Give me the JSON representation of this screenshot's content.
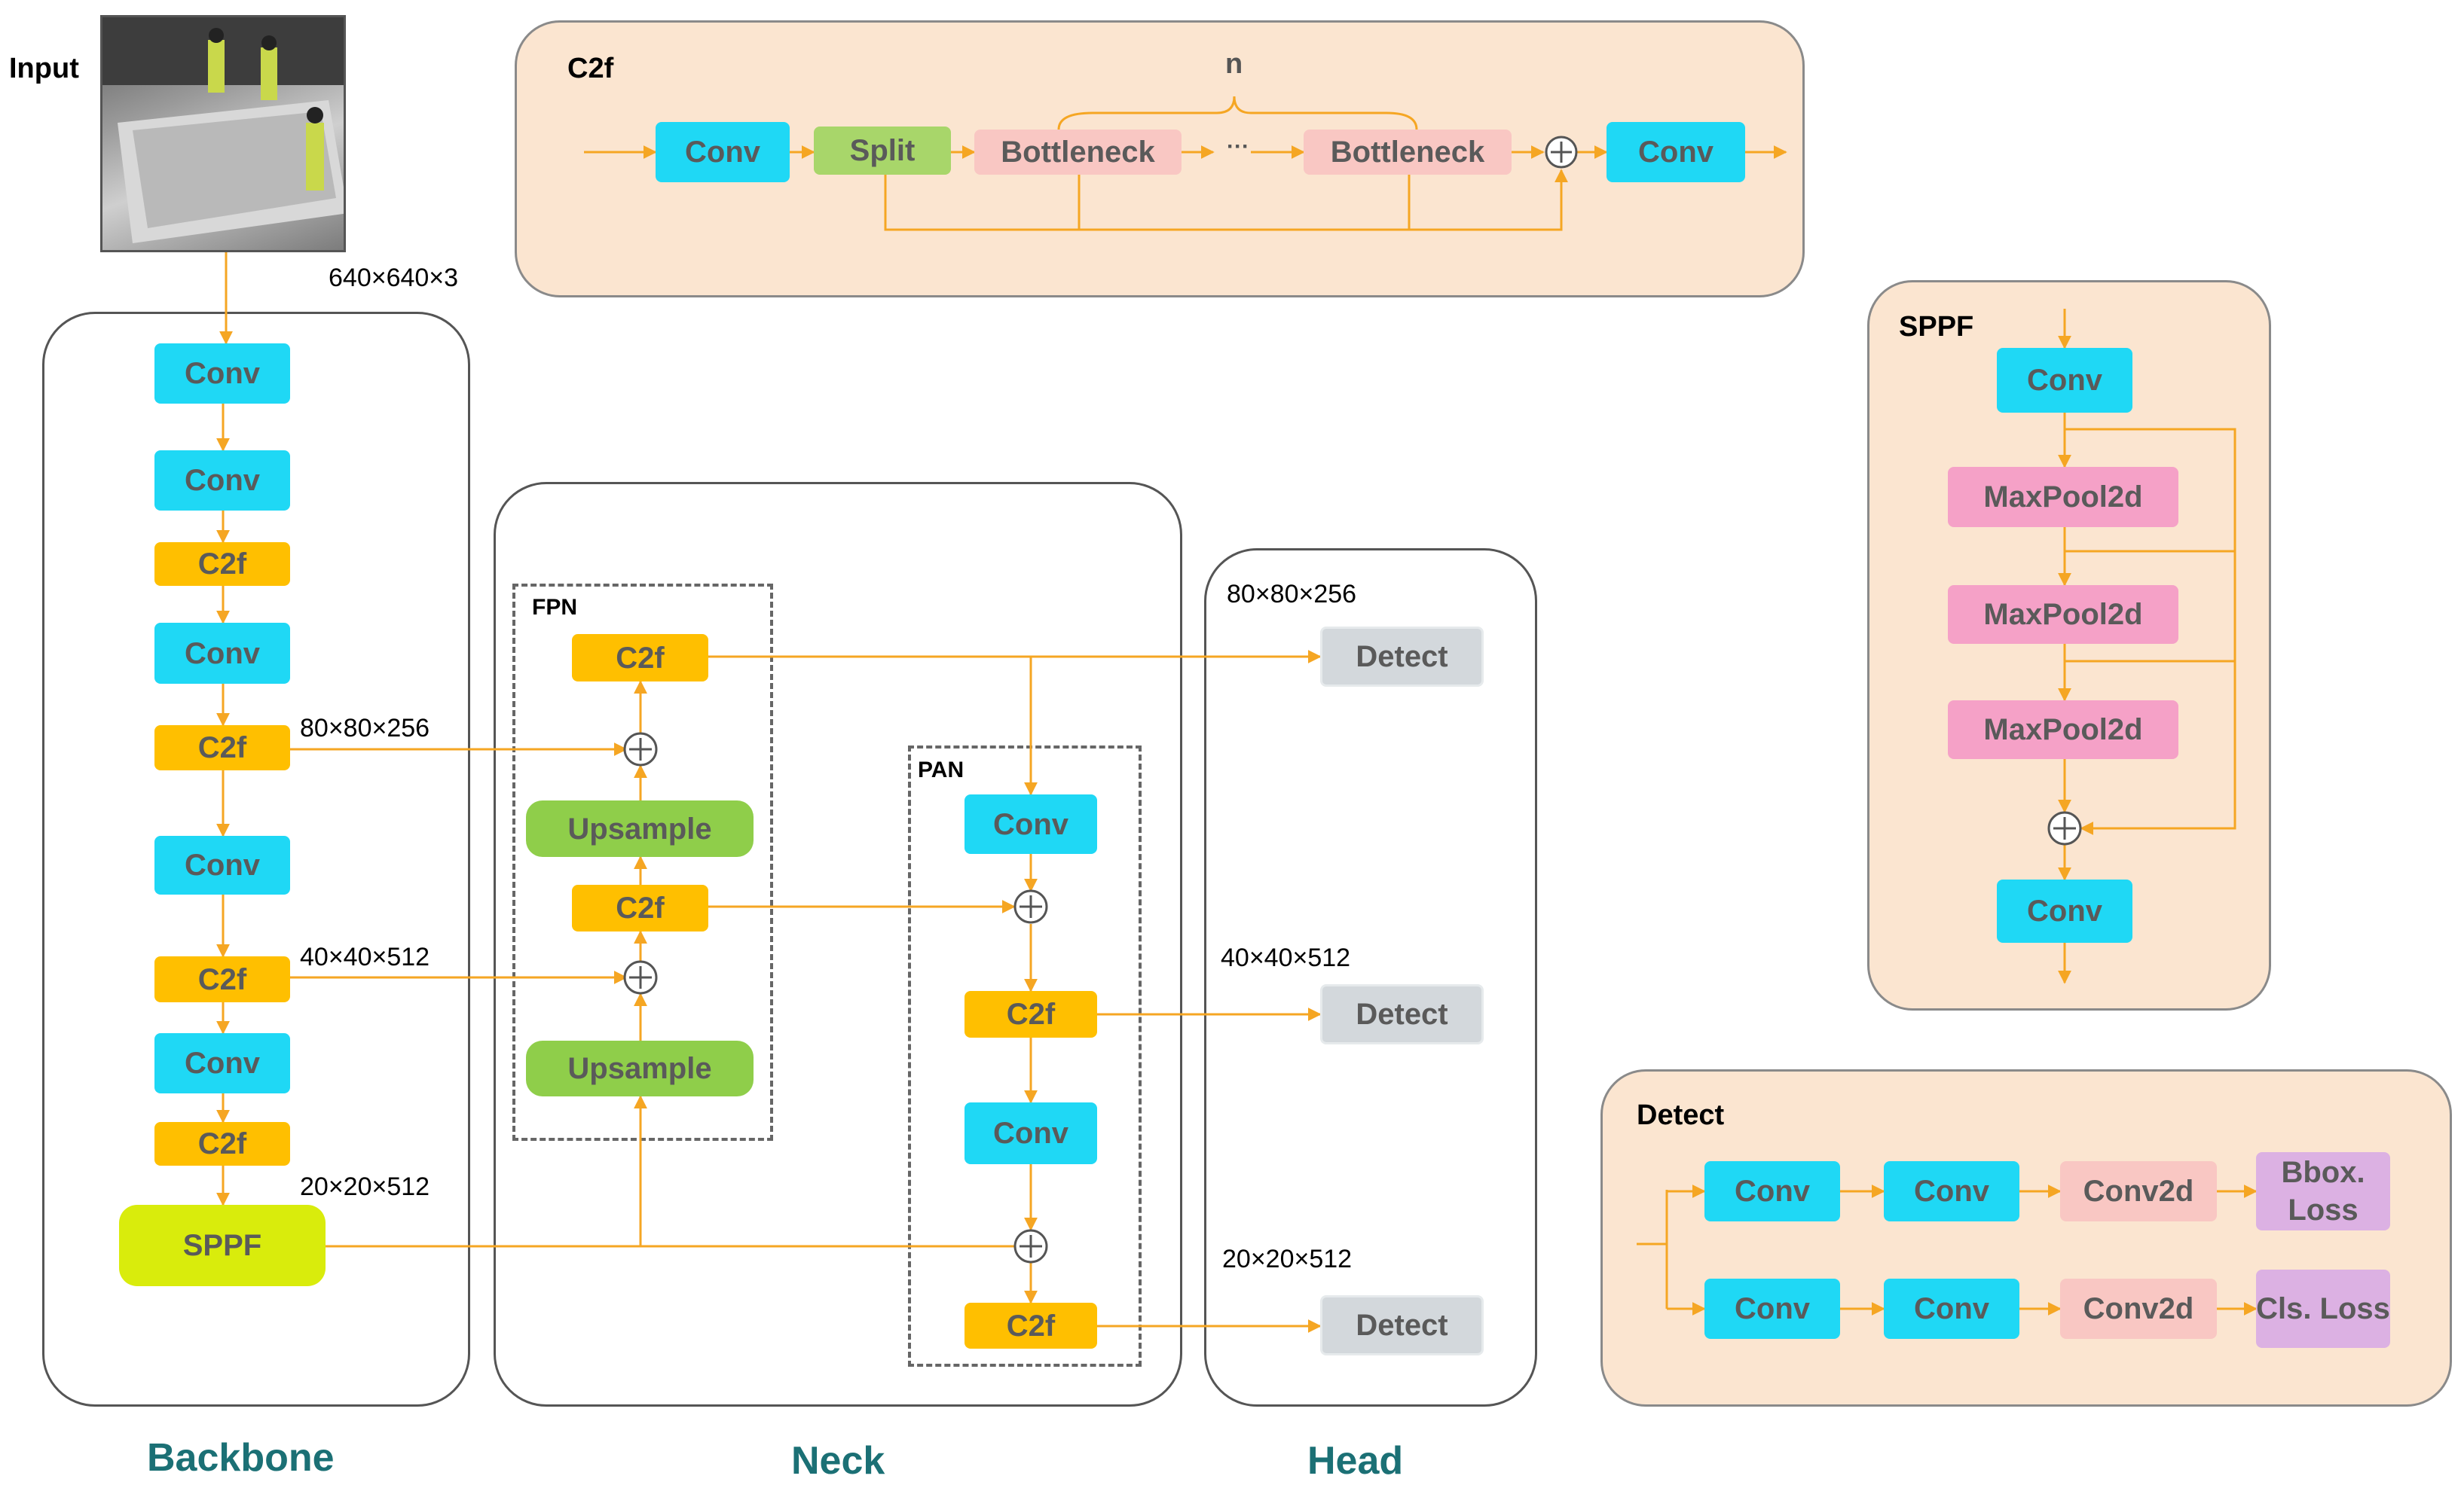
{
  "input": {
    "label": "Input",
    "dims": "640×640×3"
  },
  "sections": {
    "backbone": "Backbone",
    "neck": "Neck",
    "head": "Head"
  },
  "backbone": {
    "blocks": [
      "Conv",
      "Conv",
      "C2f",
      "Conv",
      "C2f",
      "Conv",
      "C2f",
      "Conv",
      "C2f",
      "SPPF"
    ],
    "dims": [
      "80×80×256",
      "40×40×512",
      "20×20×512"
    ]
  },
  "neck": {
    "fpn": {
      "label": "FPN",
      "blocks": [
        "C2f",
        "Upsample",
        "C2f",
        "Upsample"
      ]
    },
    "pan": {
      "label": "PAN",
      "blocks": [
        "Conv",
        "C2f",
        "Conv",
        "C2f"
      ]
    }
  },
  "head": {
    "dims": [
      "80×80×256",
      "40×40×512",
      "20×20×512"
    ],
    "blocks": [
      "Detect",
      "Detect",
      "Detect"
    ]
  },
  "c2f_detail": {
    "title": "C2f",
    "blocks": [
      "Conv",
      "Split",
      "Bottleneck",
      "Bottleneck",
      "Conv"
    ],
    "ellipsis": "···",
    "n": "n"
  },
  "sppf_detail": {
    "title": "SPPF",
    "blocks": [
      "Conv",
      "MaxPool2d",
      "MaxPool2d",
      "MaxPool2d",
      "Conv"
    ]
  },
  "detect_detail": {
    "title": "Detect",
    "row1": [
      "Conv",
      "Conv",
      "Conv2d",
      "Bbox. Loss"
    ],
    "row2": [
      "Conv",
      "Conv",
      "Conv2d",
      "Cls. Loss"
    ]
  },
  "colors": {
    "conv": "#1fd8f5",
    "c2f": "#ffbf00",
    "split": "#a8d66a",
    "bottleneck": "#f9c7c3",
    "upsample": "#8fce4a",
    "sppf": "#d9ec0c",
    "detect": "#d3d8dc",
    "maxpool": "#f5a1c7",
    "loss": "#dcb1e3",
    "arrow": "#f5a623",
    "panel_fill": "#fbe5d0",
    "section_text": "#1b7075"
  }
}
